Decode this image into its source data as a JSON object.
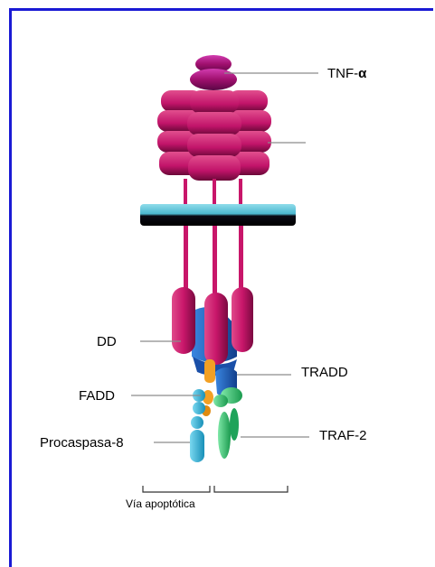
{
  "labels": {
    "tnf_prefix": "TNF-",
    "tnf_alpha": "α",
    "dd": "DD",
    "fadd": "FADD",
    "procaspasa": "Procaspasa-8",
    "tradd": "TRADD",
    "traf2": "TRAF-2",
    "via": "Vía apoptótica"
  },
  "colors": {
    "frame": "#1a1ad4",
    "tnf": "#a0106e",
    "receptor": "#c8166a",
    "membrane_top": "#5fc3d8",
    "membrane_bottom": "#0a0a14",
    "dd_blue": "#1f5fbf",
    "fadd_orange": "#f2a024",
    "casp_cyan": "#2ab0d8",
    "traf_green": "#2fc06a",
    "leader": "#8c8c8c"
  }
}
